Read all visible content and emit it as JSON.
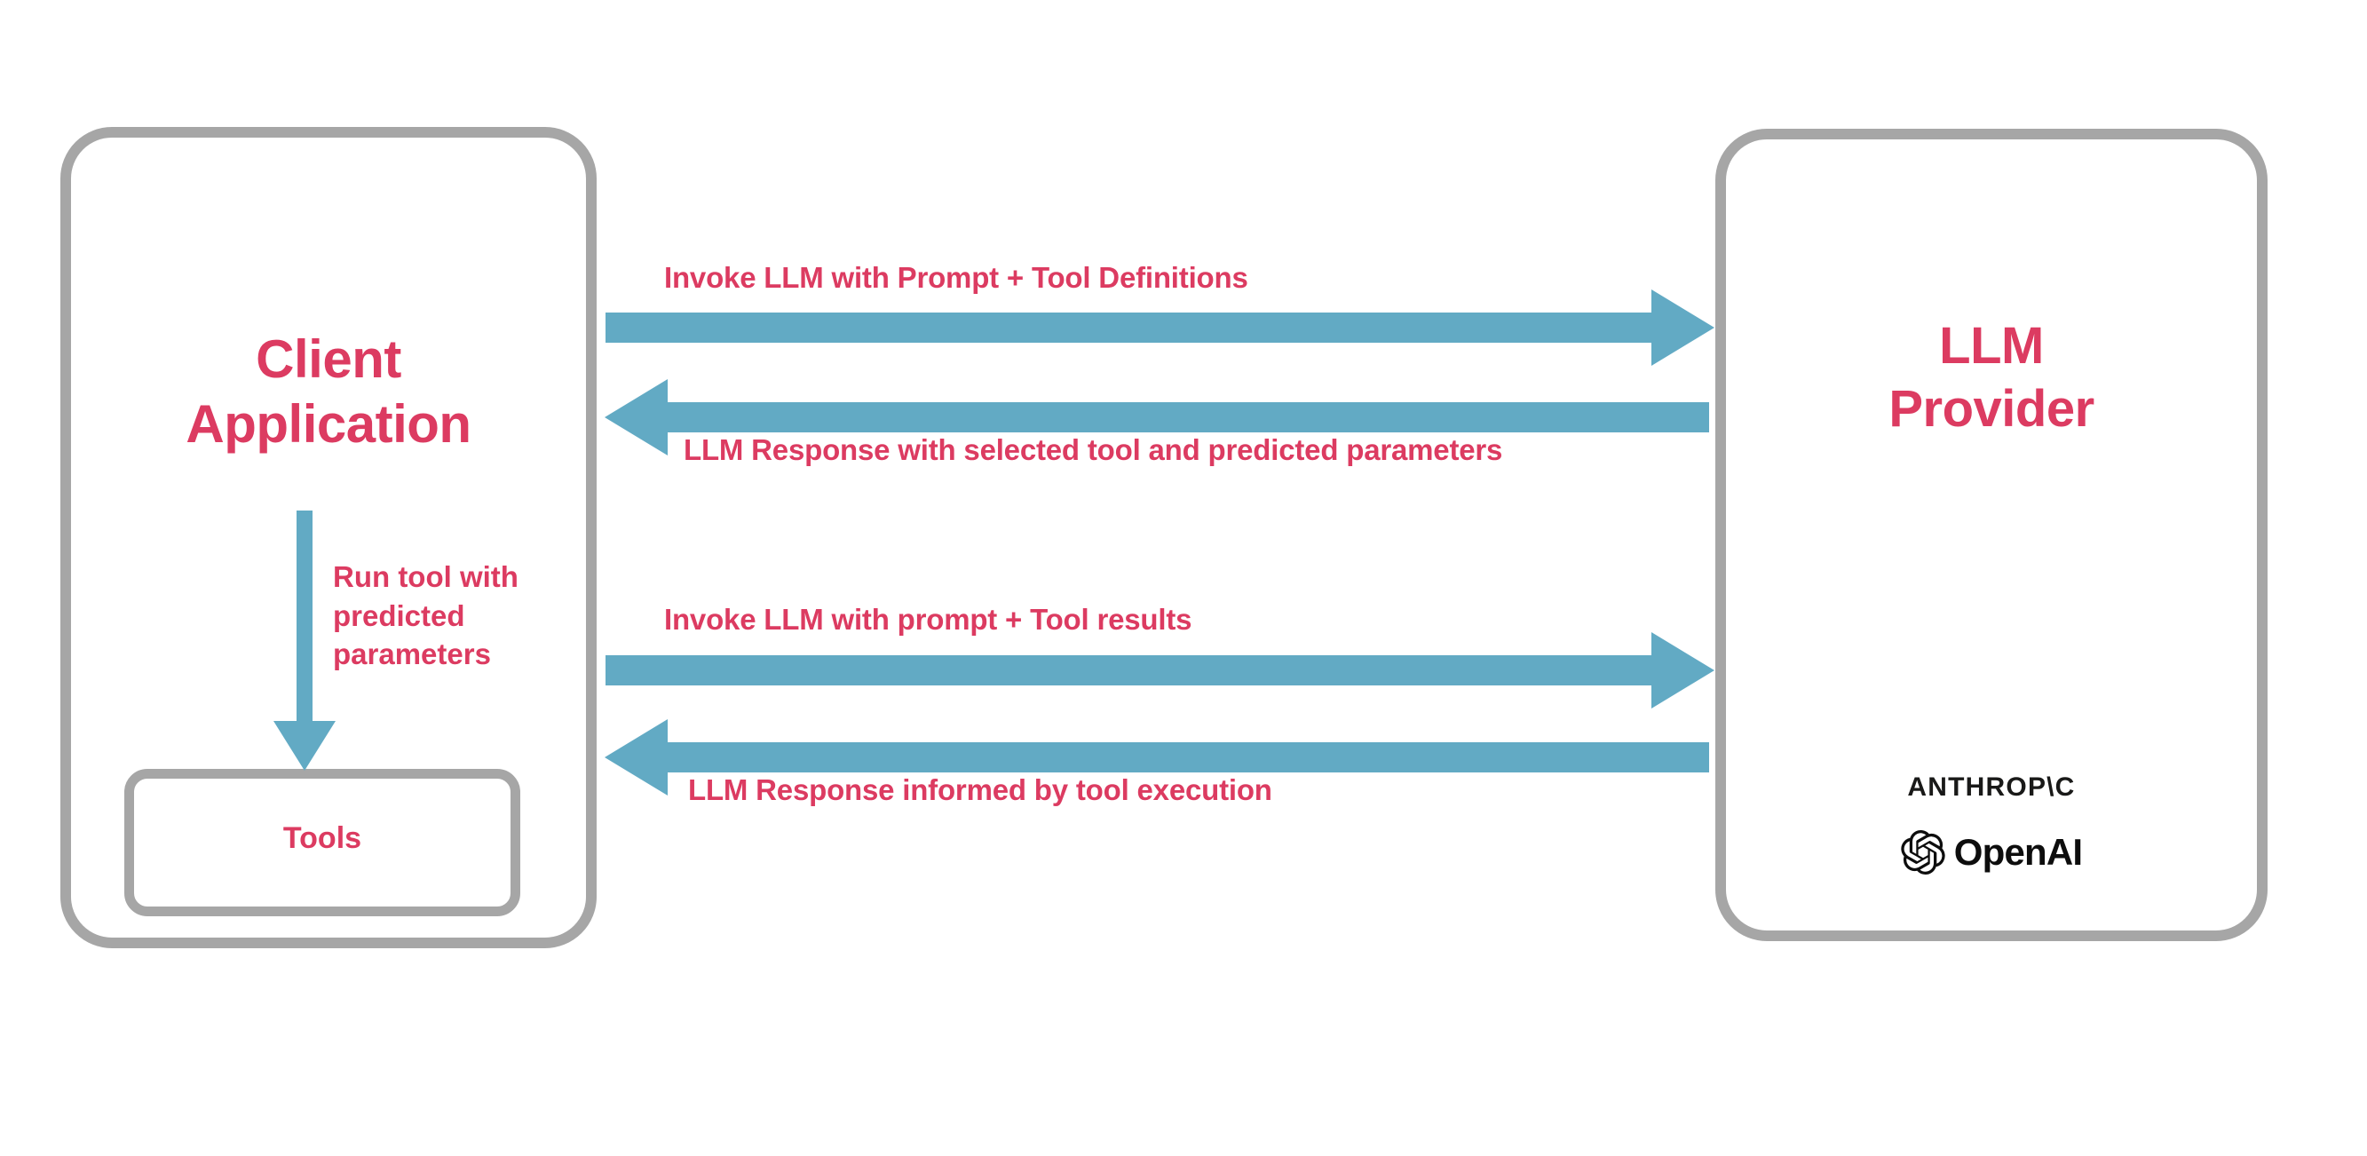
{
  "diagram": {
    "title": "LLM tool-calling sequence between client application and LLM provider",
    "colors": {
      "accent_text": "#dc3b61",
      "arrow": "#62aac4",
      "box_border": "#a6a6a6",
      "logo_text": "#0d0d0d",
      "background": "#ffffff"
    },
    "nodes": {
      "client": {
        "title": "Client\nApplication",
        "tools": {
          "label": "Tools"
        }
      },
      "llm_provider": {
        "title": "LLM\nProvider",
        "logos": [
          {
            "name": "anthropic-logo",
            "text": "ANTHROP\\C"
          },
          {
            "name": "openai-logo",
            "text": "OpenAI"
          }
        ]
      }
    },
    "flows": [
      {
        "id": "invoke-1",
        "label": "Invoke LLM with Prompt + Tool Definitions",
        "direction": "client-to-provider"
      },
      {
        "id": "response-1",
        "label": "LLM Response with selected tool and predicted parameters",
        "direction": "provider-to-client"
      },
      {
        "id": "invoke-2",
        "label": "Invoke LLM with prompt + Tool results",
        "direction": "client-to-provider"
      },
      {
        "id": "response-2",
        "label": "LLM Response informed by tool execution",
        "direction": "provider-to-client"
      },
      {
        "id": "run-tool",
        "label": "Run tool with\npredicted\nparameters",
        "direction": "client-to-tools"
      }
    ]
  }
}
